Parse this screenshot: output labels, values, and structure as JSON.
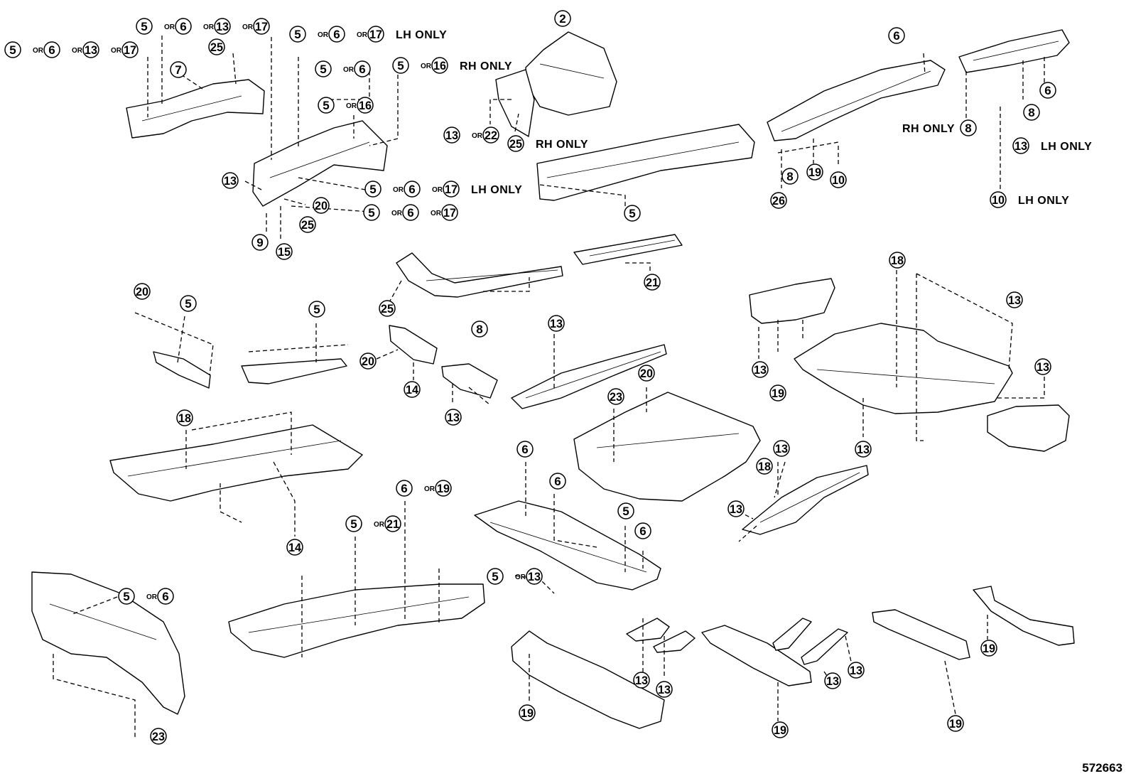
{
  "figure_id": "572663",
  "callouts": [
    {
      "id": "c1",
      "tokens": [
        "5",
        "OR",
        "6",
        "OR",
        "13",
        "OR",
        "17"
      ],
      "suffix": ""
    },
    {
      "id": "c2",
      "tokens": [
        "5",
        "OR",
        "6",
        "OR",
        "13",
        "OR",
        "17"
      ],
      "suffix": ""
    },
    {
      "id": "c3",
      "tokens": [
        "25"
      ],
      "suffix": ""
    },
    {
      "id": "c4",
      "tokens": [
        "7"
      ],
      "suffix": ""
    },
    {
      "id": "c5",
      "tokens": [
        "5",
        "OR",
        "6",
        "OR",
        "17"
      ],
      "suffix": "LH ONLY"
    },
    {
      "id": "c6",
      "tokens": [
        "5",
        "OR",
        "6"
      ],
      "suffix": ""
    },
    {
      "id": "c7",
      "tokens": [
        "5",
        "OR",
        "16"
      ],
      "suffix": ""
    },
    {
      "id": "c8",
      "tokens": [
        "5",
        "OR",
        "16"
      ],
      "suffix": "RH ONLY"
    },
    {
      "id": "c9",
      "tokens": [
        "2"
      ],
      "suffix": ""
    },
    {
      "id": "c10",
      "tokens": [
        "13",
        "OR",
        "22"
      ],
      "suffix": ""
    },
    {
      "id": "c11",
      "tokens": [
        "25"
      ],
      "suffix": "RH ONLY"
    },
    {
      "id": "c12",
      "tokens": [
        "13"
      ],
      "suffix": ""
    },
    {
      "id": "c13",
      "tokens": [
        "5",
        "OR",
        "6",
        "OR",
        "17"
      ],
      "suffix": "LH ONLY"
    },
    {
      "id": "c14",
      "tokens": [
        "20"
      ],
      "suffix": ""
    },
    {
      "id": "c15",
      "tokens": [
        "5",
        "OR",
        "6",
        "OR",
        "17"
      ],
      "suffix": ""
    },
    {
      "id": "c16",
      "tokens": [
        "25"
      ],
      "suffix": ""
    },
    {
      "id": "c17",
      "tokens": [
        "9"
      ],
      "suffix": ""
    },
    {
      "id": "c18",
      "tokens": [
        "15"
      ],
      "suffix": ""
    },
    {
      "id": "c19",
      "tokens": [
        "5"
      ],
      "suffix": ""
    },
    {
      "id": "c20",
      "tokens": [
        "6"
      ],
      "suffix": ""
    },
    {
      "id": "c21",
      "tokens": [
        "6"
      ],
      "suffix": ""
    },
    {
      "id": "c22",
      "tokens": [
        "8"
      ],
      "suffix": ""
    },
    {
      "id": "c23",
      "tokens": [
        "8"
      ],
      "prefix": "RH ONLY",
      "suffix": ""
    },
    {
      "id": "c24",
      "tokens": [
        "13"
      ],
      "suffix": "LH ONLY"
    },
    {
      "id": "c25",
      "tokens": [
        "8"
      ],
      "suffix": ""
    },
    {
      "id": "c26",
      "tokens": [
        "19"
      ],
      "suffix": ""
    },
    {
      "id": "c27",
      "tokens": [
        "10"
      ],
      "suffix": ""
    },
    {
      "id": "c28",
      "tokens": [
        "26"
      ],
      "suffix": ""
    },
    {
      "id": "c29",
      "tokens": [
        "10"
      ],
      "suffix": "LH ONLY"
    },
    {
      "id": "c30",
      "tokens": [
        "21"
      ],
      "suffix": ""
    },
    {
      "id": "c31",
      "tokens": [
        "25"
      ],
      "suffix": ""
    },
    {
      "id": "c32",
      "tokens": [
        "8"
      ],
      "suffix": ""
    },
    {
      "id": "c33",
      "tokens": [
        "20"
      ],
      "suffix": ""
    },
    {
      "id": "c34",
      "tokens": [
        "5"
      ],
      "suffix": ""
    },
    {
      "id": "c35",
      "tokens": [
        "5"
      ],
      "suffix": ""
    },
    {
      "id": "c36",
      "tokens": [
        "20"
      ],
      "suffix": ""
    },
    {
      "id": "c37",
      "tokens": [
        "14"
      ],
      "suffix": ""
    },
    {
      "id": "c38",
      "tokens": [
        "13"
      ],
      "suffix": ""
    },
    {
      "id": "c39",
      "tokens": [
        "13"
      ],
      "suffix": ""
    },
    {
      "id": "c40",
      "tokens": [
        "18"
      ],
      "suffix": ""
    },
    {
      "id": "c41",
      "tokens": [
        "13"
      ],
      "suffix": ""
    },
    {
      "id": "c42",
      "tokens": [
        "13"
      ],
      "suffix": ""
    },
    {
      "id": "c43",
      "tokens": [
        "19"
      ],
      "suffix": ""
    },
    {
      "id": "c44",
      "tokens": [
        "13"
      ],
      "suffix": ""
    },
    {
      "id": "c45",
      "tokens": [
        "13"
      ],
      "suffix": ""
    },
    {
      "id": "c46",
      "tokens": [
        "18"
      ],
      "suffix": ""
    },
    {
      "id": "c47",
      "tokens": [
        "14"
      ],
      "suffix": ""
    },
    {
      "id": "c48",
      "tokens": [
        "23"
      ],
      "suffix": ""
    },
    {
      "id": "c49",
      "tokens": [
        "20"
      ],
      "suffix": ""
    },
    {
      "id": "c50",
      "tokens": [
        "6"
      ],
      "suffix": ""
    },
    {
      "id": "c51",
      "tokens": [
        "6"
      ],
      "suffix": ""
    },
    {
      "id": "c52",
      "tokens": [
        "5"
      ],
      "suffix": ""
    },
    {
      "id": "c53",
      "tokens": [
        "6"
      ],
      "suffix": ""
    },
    {
      "id": "c54",
      "tokens": [
        "5",
        "OR",
        "13"
      ],
      "suffix": ""
    },
    {
      "id": "c55",
      "tokens": [
        "6",
        "OR",
        "19"
      ],
      "suffix": ""
    },
    {
      "id": "c56",
      "tokens": [
        "5",
        "OR",
        "21"
      ],
      "suffix": ""
    },
    {
      "id": "c57",
      "tokens": [
        "18"
      ],
      "suffix": ""
    },
    {
      "id": "c58",
      "tokens": [
        "13"
      ],
      "suffix": ""
    },
    {
      "id": "c59",
      "tokens": [
        "13"
      ],
      "suffix": ""
    },
    {
      "id": "c60",
      "tokens": [
        "5",
        "OR",
        "6"
      ],
      "suffix": ""
    },
    {
      "id": "c61",
      "tokens": [
        "23"
      ],
      "suffix": ""
    },
    {
      "id": "c62",
      "tokens": [
        "13"
      ],
      "suffix": ""
    },
    {
      "id": "c63",
      "tokens": [
        "13"
      ],
      "suffix": ""
    },
    {
      "id": "c64",
      "tokens": [
        "19"
      ],
      "suffix": ""
    },
    {
      "id": "c65",
      "tokens": [
        "19"
      ],
      "suffix": ""
    },
    {
      "id": "c66",
      "tokens": [
        "13"
      ],
      "suffix": ""
    },
    {
      "id": "c67",
      "tokens": [
        "13"
      ],
      "suffix": ""
    },
    {
      "id": "c68",
      "tokens": [
        "19"
      ],
      "suffix": ""
    },
    {
      "id": "c69",
      "tokens": [
        "19"
      ],
      "suffix": ""
    }
  ]
}
